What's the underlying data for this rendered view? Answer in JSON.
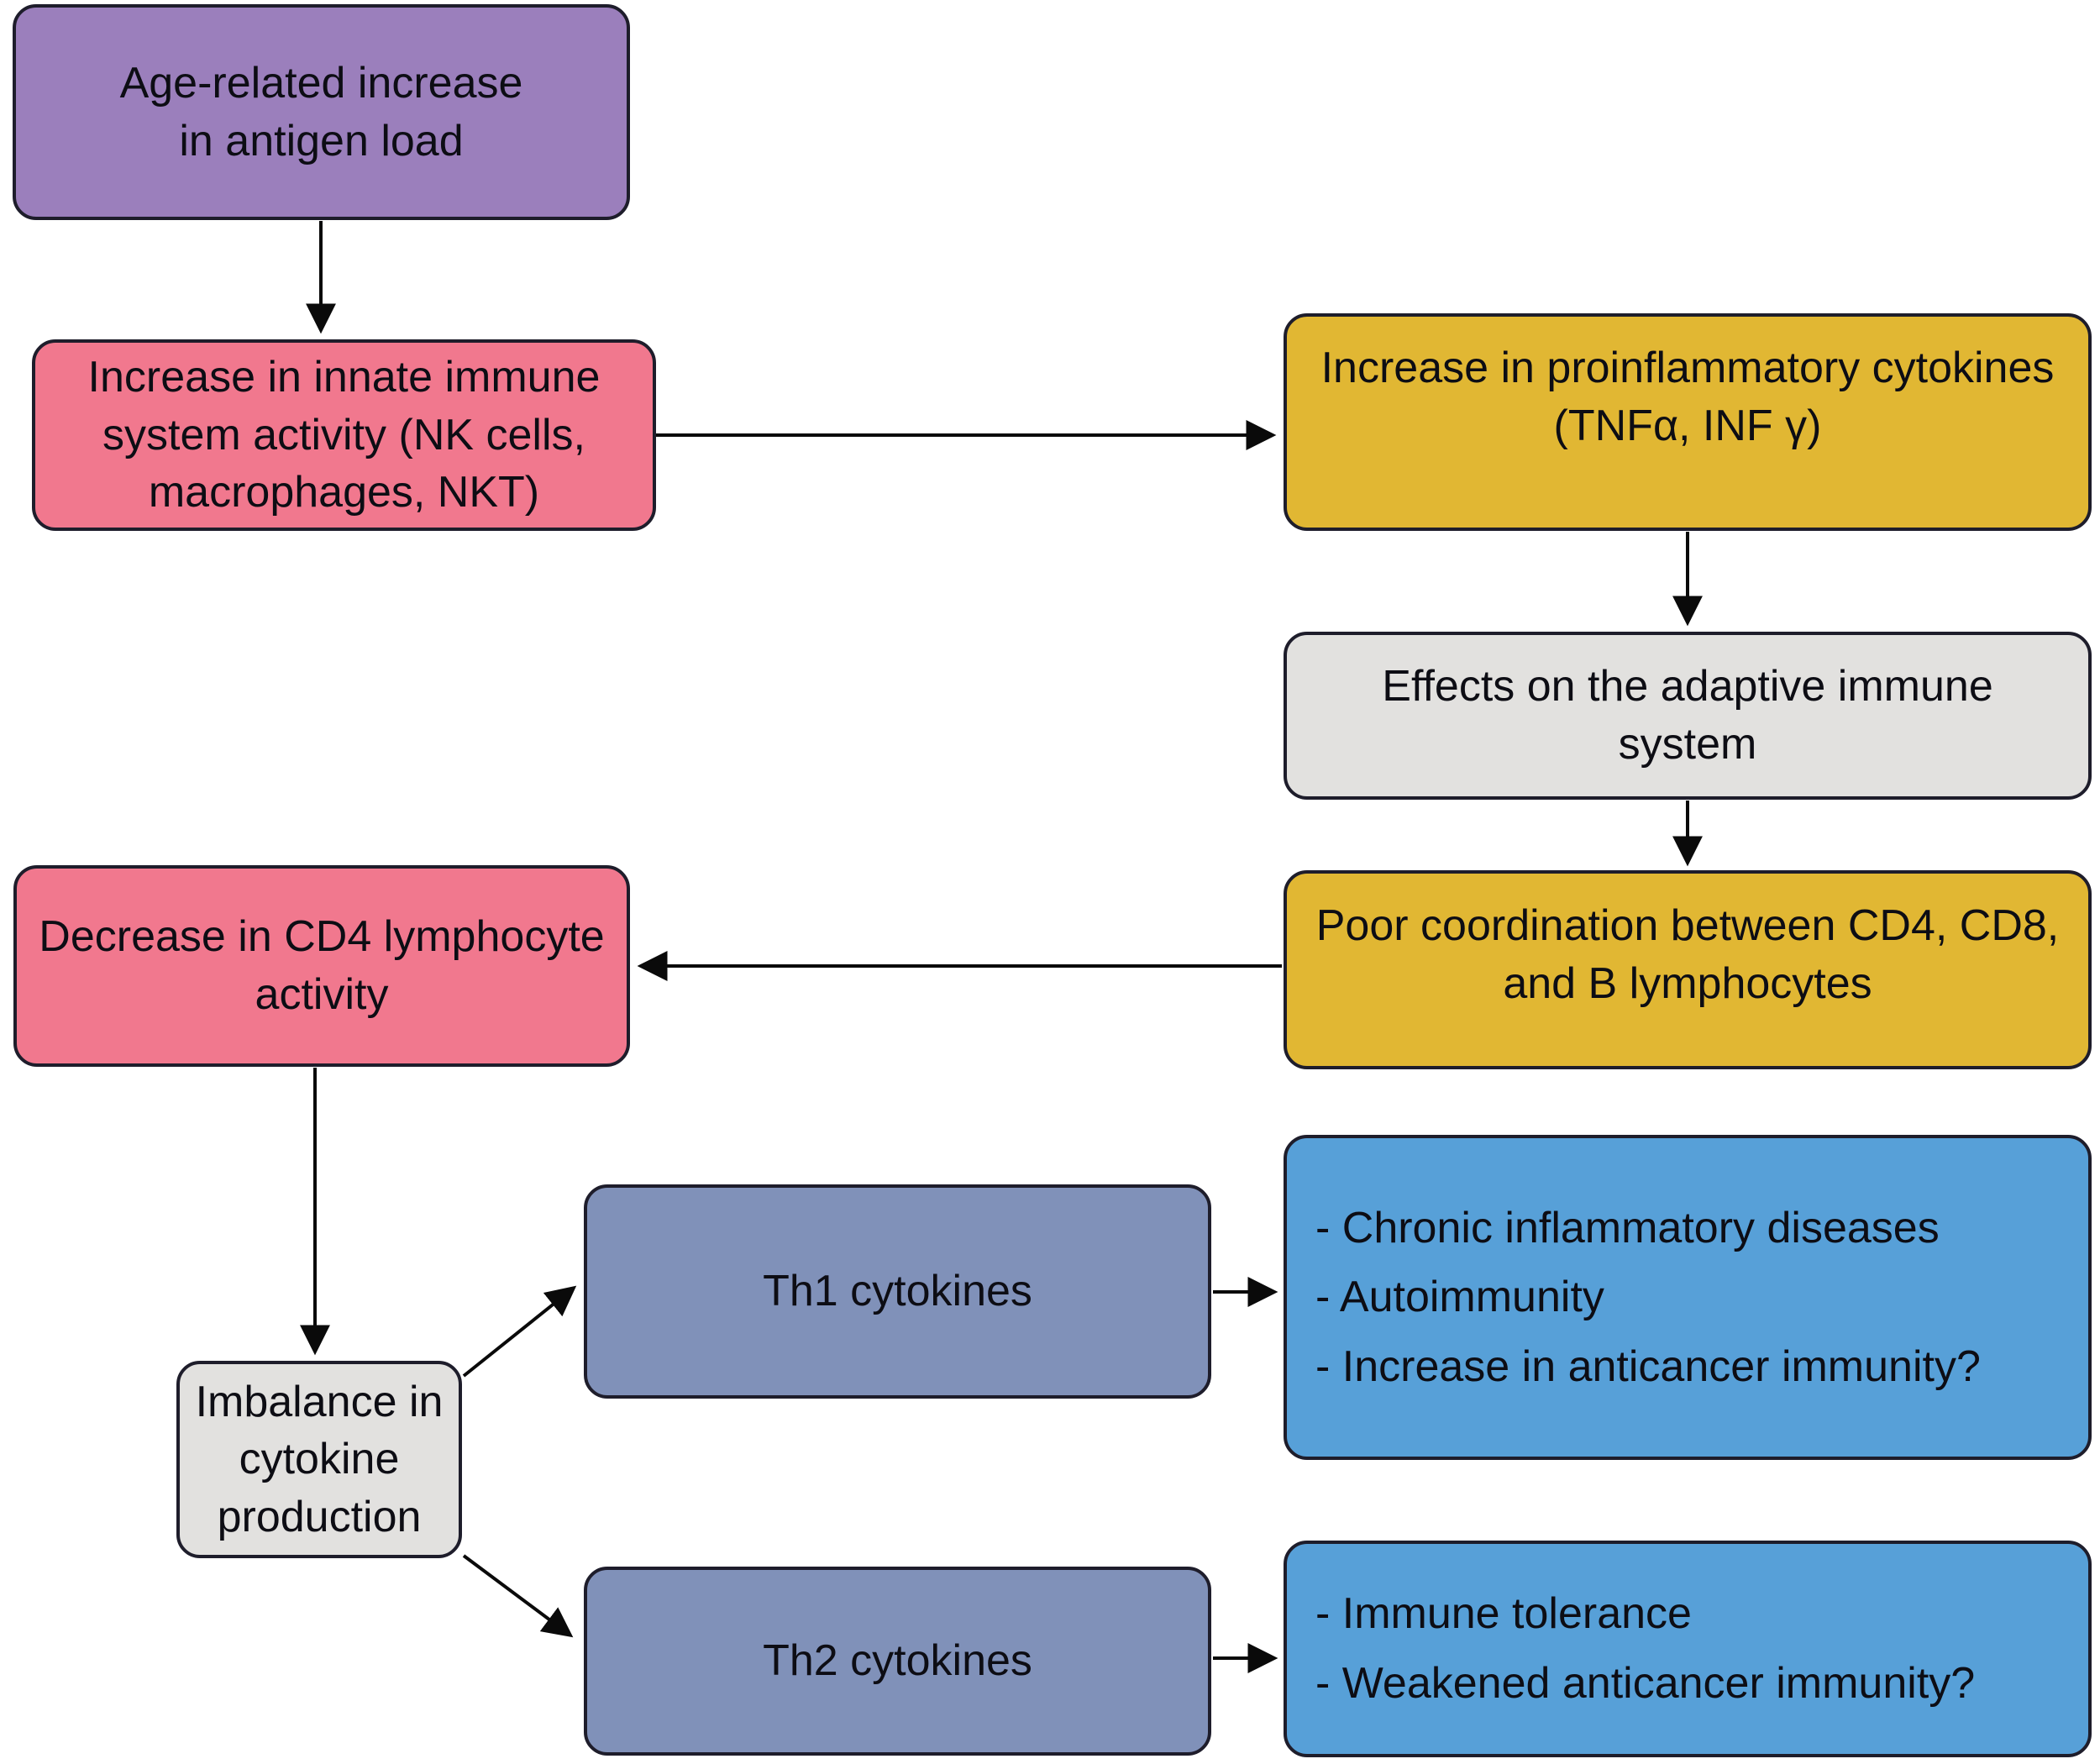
{
  "colors": {
    "purple": "#9b7fbc",
    "pink": "#f1788e",
    "yellow": "#e1b733",
    "gray": "#e2e1df",
    "slate": "#8091b9",
    "blue": "#57a0d8",
    "border": "#1e1d2b",
    "arrow": "#0a0a0a",
    "background": "#ffffff"
  },
  "nodes": {
    "antigen": {
      "label": "Age-related increase\nin antigen load"
    },
    "innate": {
      "label": "Increase in innate immune\nsystem activity (NK cells,\nmacrophages, NKT)"
    },
    "proinflammatory": {
      "label": "Increase in proinflammatory cytokines\n(TNFα, INF γ)"
    },
    "adaptive": {
      "label": "Effects on the adaptive immune\nsystem"
    },
    "coordination": {
      "label": "Poor coordination between CD4, CD8,\nand B lymphocytes"
    },
    "cd4": {
      "label": "Decrease in CD4 lymphocyte\nactivity"
    },
    "imbalance": {
      "label": "Imbalance in\ncytokine\nproduction"
    },
    "th1": {
      "label": "Th1 cytokines"
    },
    "th2": {
      "label": "Th2 cytokines"
    },
    "th1_outcomes": {
      "lines": [
        "- Chronic inflammatory diseases",
        "- Autoimmunity",
        "- Increase in anticancer immunity?"
      ]
    },
    "th2_outcomes": {
      "lines": [
        "- Immune tolerance",
        "- Weakened anticancer immunity?"
      ]
    }
  }
}
